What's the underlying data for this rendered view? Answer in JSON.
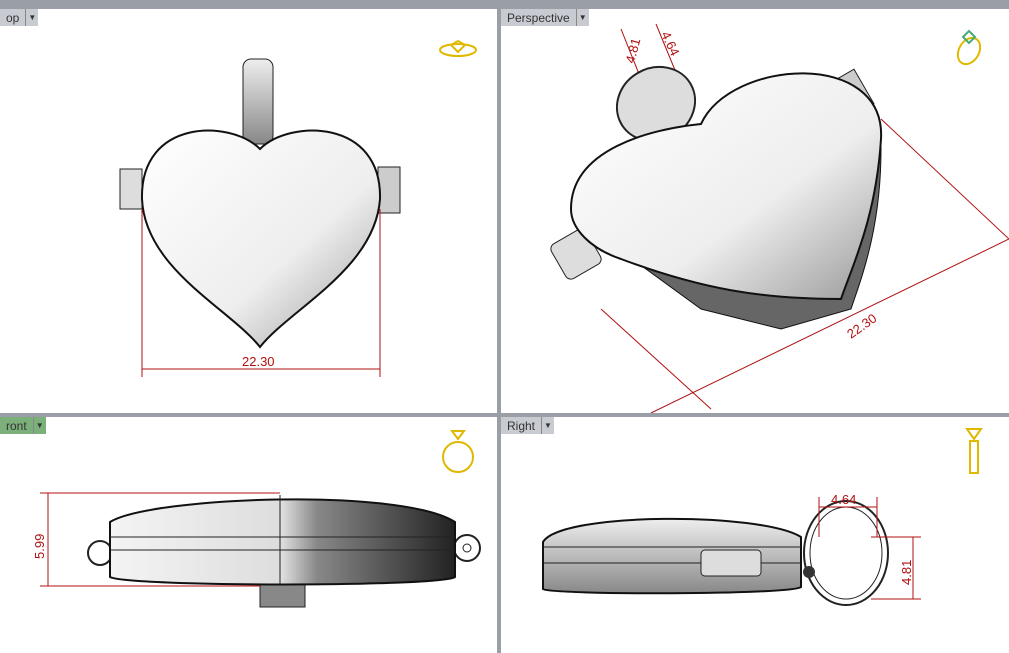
{
  "viewports": [
    {
      "label": "op",
      "active": false,
      "dimension": "22.30"
    },
    {
      "label": "Perspective",
      "active": false,
      "dimensions": [
        "4.81",
        "4.64",
        "22.30"
      ]
    },
    {
      "label": "ront",
      "active": true,
      "dimension": "5.99"
    },
    {
      "label": "Right",
      "active": false,
      "dimensions": [
        "4.64",
        "4.81"
      ]
    }
  ],
  "icons": [
    "ring-top-icon",
    "ring-perspective-icon",
    "ring-front-icon",
    "ring-right-icon",
    "dropdown-arrow-icon"
  ],
  "colors": {
    "dimension": "#b01010",
    "active_tab": "#7bb07a",
    "tab": "#c8ccd2",
    "ring_icon": "#e0b800"
  }
}
